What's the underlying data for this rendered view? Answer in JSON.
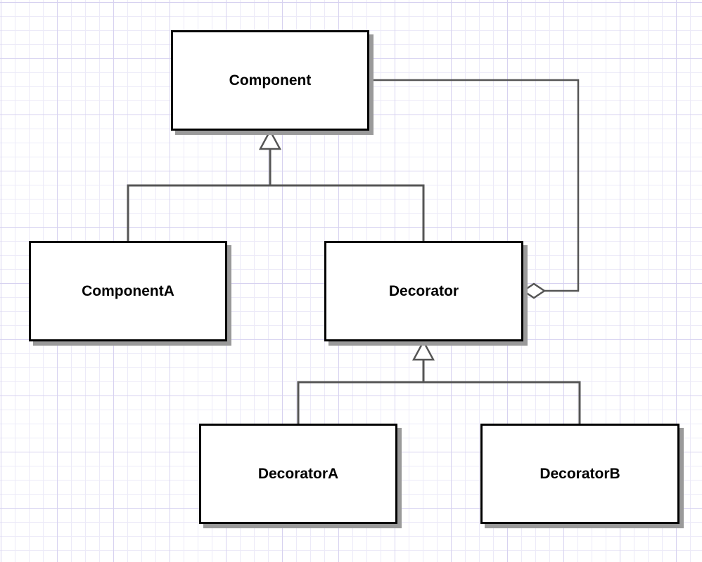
{
  "diagram": {
    "classes": {
      "component": "Component",
      "component_a": "ComponentA",
      "decorator": "Decorator",
      "decorator_a": "DecoratorA",
      "decorator_b": "DecoratorB"
    },
    "relationships": [
      {
        "type": "generalization",
        "from": "ComponentA",
        "to": "Component"
      },
      {
        "type": "generalization",
        "from": "Decorator",
        "to": "Component"
      },
      {
        "type": "aggregation",
        "whole": "Decorator",
        "part": "Component"
      },
      {
        "type": "generalization",
        "from": "DecoratorA",
        "to": "Decorator"
      },
      {
        "type": "generalization",
        "from": "DecoratorB",
        "to": "Decorator"
      }
    ],
    "colors": {
      "line": "#555555",
      "border": "#000000",
      "shadow": "#9a9a9a",
      "grid_major": "#d7d2f0",
      "grid_minor": "#eceaf8"
    }
  }
}
